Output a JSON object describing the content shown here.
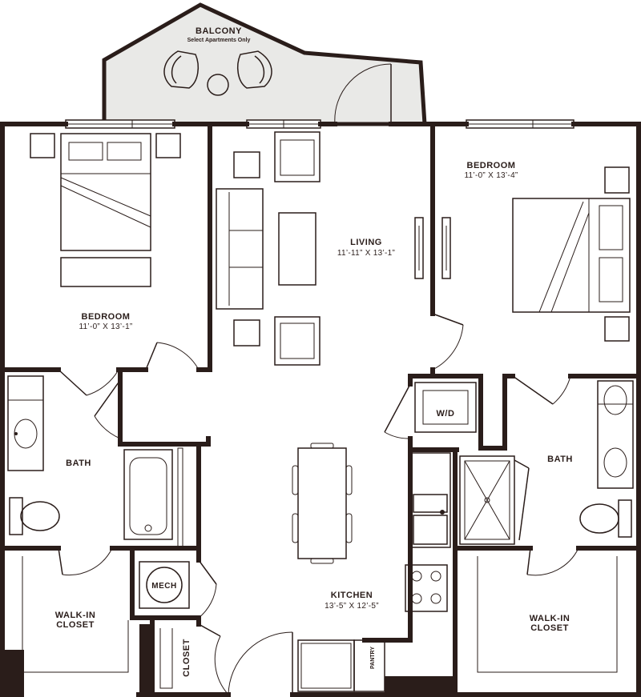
{
  "colors": {
    "wall": "#2a1d1a",
    "balcony_fill": "#e9e9e7",
    "background": "#ffffff"
  },
  "rooms": {
    "balcony": {
      "label": "BALCONY",
      "note": "Select Apartments Only"
    },
    "bedroom_left": {
      "label": "BEDROOM",
      "dimensions": "11’-0” X 13’-1”"
    },
    "living": {
      "label": "LIVING",
      "dimensions": "11’-11” X 13’-1”"
    },
    "bedroom_right": {
      "label": "BEDROOM",
      "dimensions": "11’-0” X 13’-4”"
    },
    "bath_left": {
      "label": "BATH"
    },
    "bath_right": {
      "label": "BATH"
    },
    "washer_dryer": {
      "label": "W/D"
    },
    "mech": {
      "label": "MECH"
    },
    "kitchen": {
      "label": "KITCHEN",
      "dimensions": "13’-5” X 12’-5”"
    },
    "walkin_left": {
      "label_line1": "WALK-IN",
      "label_line2": "CLOSET"
    },
    "walkin_right": {
      "label_line1": "WALK-IN",
      "label_line2": "CLOSET"
    },
    "closet": {
      "label": "CLOSET"
    },
    "pantry": {
      "label": "PANTRY"
    }
  }
}
